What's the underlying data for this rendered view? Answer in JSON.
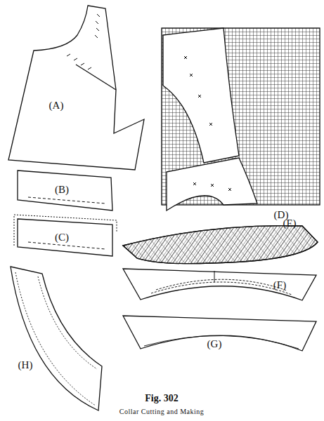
{
  "diagram": {
    "title": "Fig. 302",
    "caption": "Collar Cutting and Making",
    "labels": [
      "(A)",
      "(B)",
      "(C)",
      "(D)",
      "(E)",
      "(F)",
      "(G)",
      "(H)"
    ]
  }
}
